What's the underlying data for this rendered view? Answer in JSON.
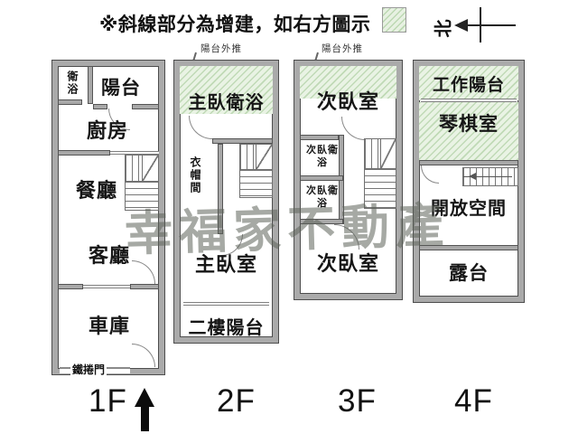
{
  "header": {
    "note": "※斜線部分為增建，如右方圖示",
    "north": "北"
  },
  "annotations": {
    "balcony_pushout": "陽台外推"
  },
  "watermark": "幸福家不動產",
  "colors": {
    "hatch_bg": "#e9f3e4",
    "hatch_line": "#c0dab6",
    "wall": "#a8a8a8",
    "watermark": "#5c635a",
    "arrow": "#0c0c0c"
  },
  "floors": [
    {
      "label": "1F",
      "rooms": {
        "bath": "衛浴",
        "balcony": "陽台",
        "kitchen": "廚房",
        "dining": "餐廳",
        "living": "客廳",
        "garage": "車庫"
      },
      "door_label": "鐵捲門"
    },
    {
      "label": "2F",
      "rooms": {
        "master_bath": "主臥衛浴",
        "closet": "衣帽間",
        "master": "主臥室",
        "balcony": "二樓陽台"
      }
    },
    {
      "label": "3F",
      "rooms": {
        "bedroom_top": "次臥室",
        "bath1": "次臥衛浴",
        "bath2": "次臥衛浴",
        "bedroom_bottom": "次臥室"
      }
    },
    {
      "label": "4F",
      "rooms": {
        "work_balcony": "工作陽台",
        "piano": "琴棋室",
        "open": "開放空間",
        "terrace": "露台"
      }
    }
  ]
}
